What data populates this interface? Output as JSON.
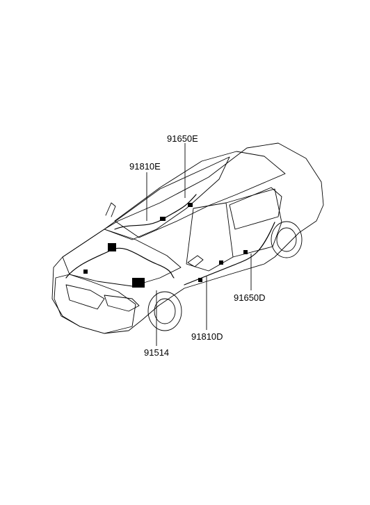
{
  "diagram": {
    "callouts": [
      {
        "id": "c1",
        "text": "91650E"
      },
      {
        "id": "c2",
        "text": "91810E"
      },
      {
        "id": "c3",
        "text": "91650D"
      },
      {
        "id": "c4",
        "text": "91810D"
      },
      {
        "id": "c5",
        "text": "91514"
      }
    ],
    "colors": {
      "line": "#000000",
      "background": "#ffffff"
    }
  }
}
